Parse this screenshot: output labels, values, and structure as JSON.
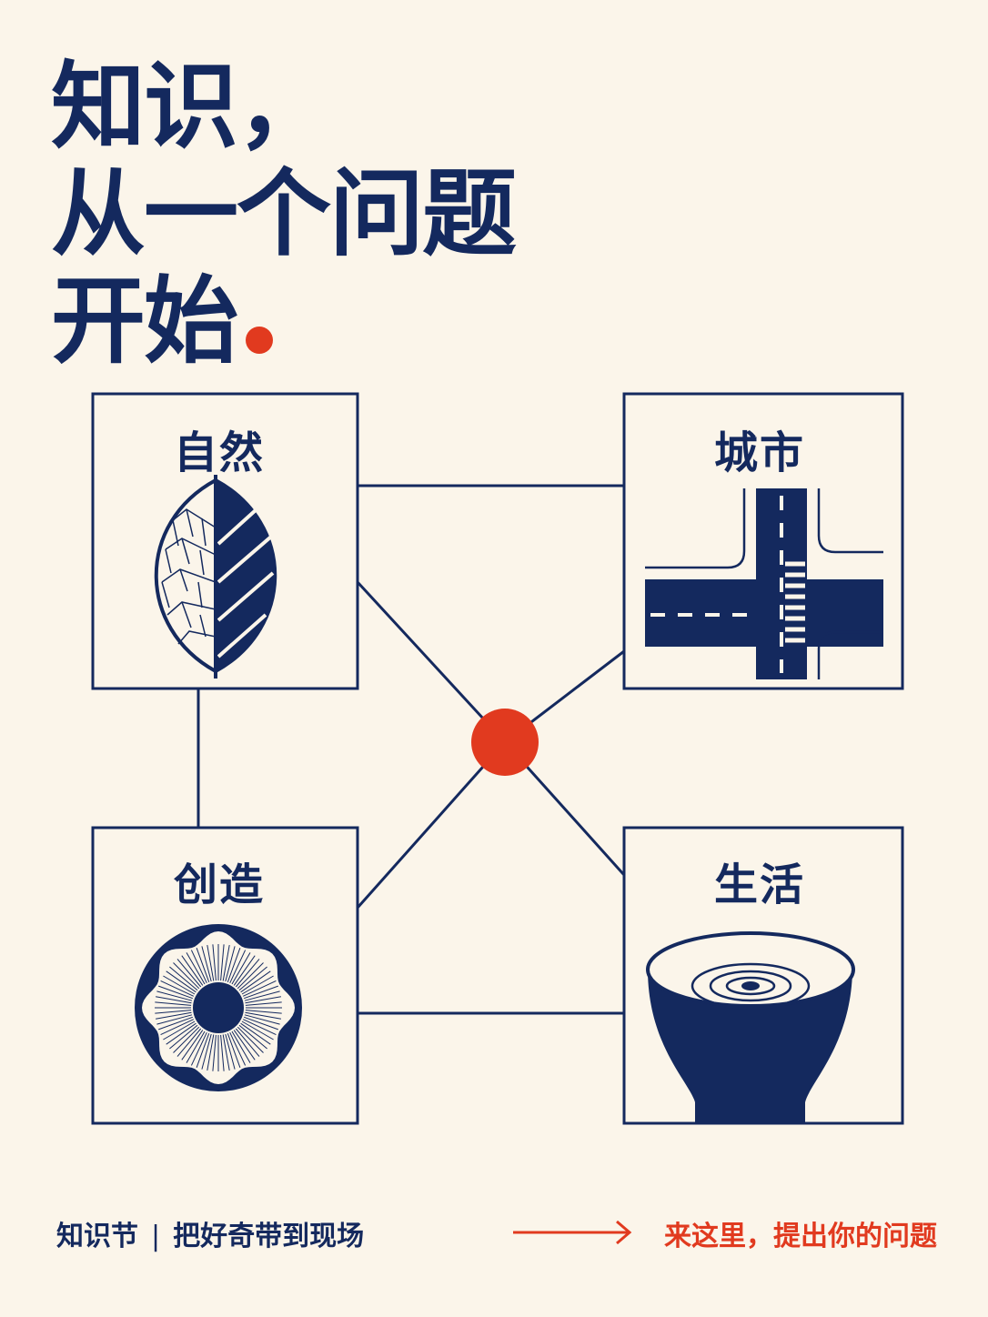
{
  "headline": {
    "line1": "知识，",
    "line2": "从一个问题",
    "line3": "开始"
  },
  "cards": [
    {
      "label": "自然",
      "icon": "leaf-icon"
    },
    {
      "label": "城市",
      "icon": "crossroads-icon"
    },
    {
      "label": "创造",
      "icon": "flower-disc-icon"
    },
    {
      "label": "生活",
      "icon": "bowl-icon"
    }
  ],
  "footer": {
    "brand": "知识节",
    "separator": "|",
    "slogan": "把好奇带到现场",
    "cta": "来这里，提出你的问题"
  },
  "colors": {
    "navy": "#14295e",
    "accent": "#e13a1f",
    "background": "#fbf5ea"
  }
}
